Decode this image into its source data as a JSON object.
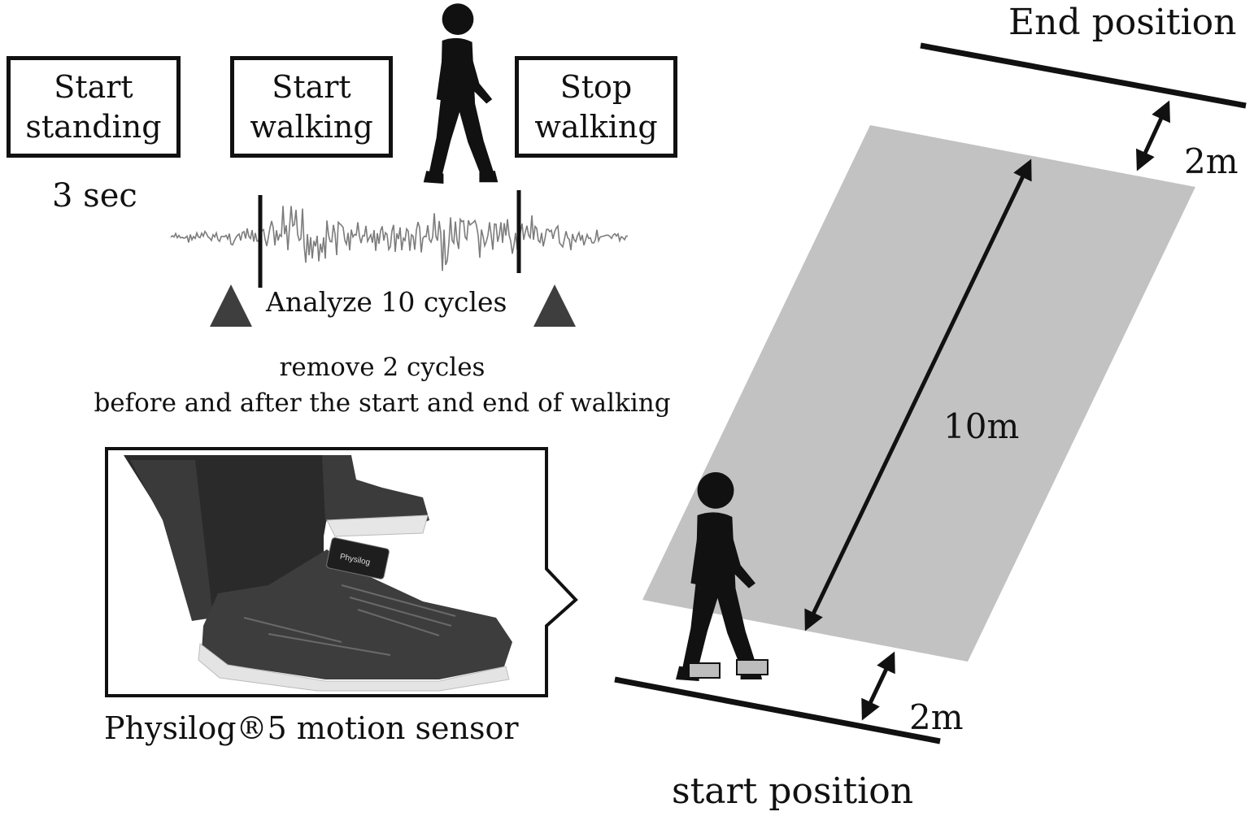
{
  "protocol": {
    "boxes": [
      {
        "line1": "Start",
        "line2": "standing"
      },
      {
        "line1": "Start",
        "line2": "walking"
      },
      {
        "line1": "Stop",
        "line2": "walking"
      }
    ],
    "standing_duration": "3 sec",
    "analysis_label": "Analyze 10 cycles",
    "removal_note_line1": "remove 2 cycles",
    "removal_note_line2": "before and after the start and end of walking"
  },
  "sensor": {
    "caption": "Physilog®5 motion sensor",
    "strap_text": "Physilog"
  },
  "course": {
    "end_label": "End position",
    "start_label": "start position",
    "walkway_length": "10m",
    "end_margin": "2m",
    "start_margin": "2m"
  },
  "colors": {
    "walkway": "#c2c2c2",
    "ink": "#111111",
    "signal": "#7c7c7c",
    "marker": "#3e3e3e",
    "sensor_band": "#bdbdbd"
  }
}
